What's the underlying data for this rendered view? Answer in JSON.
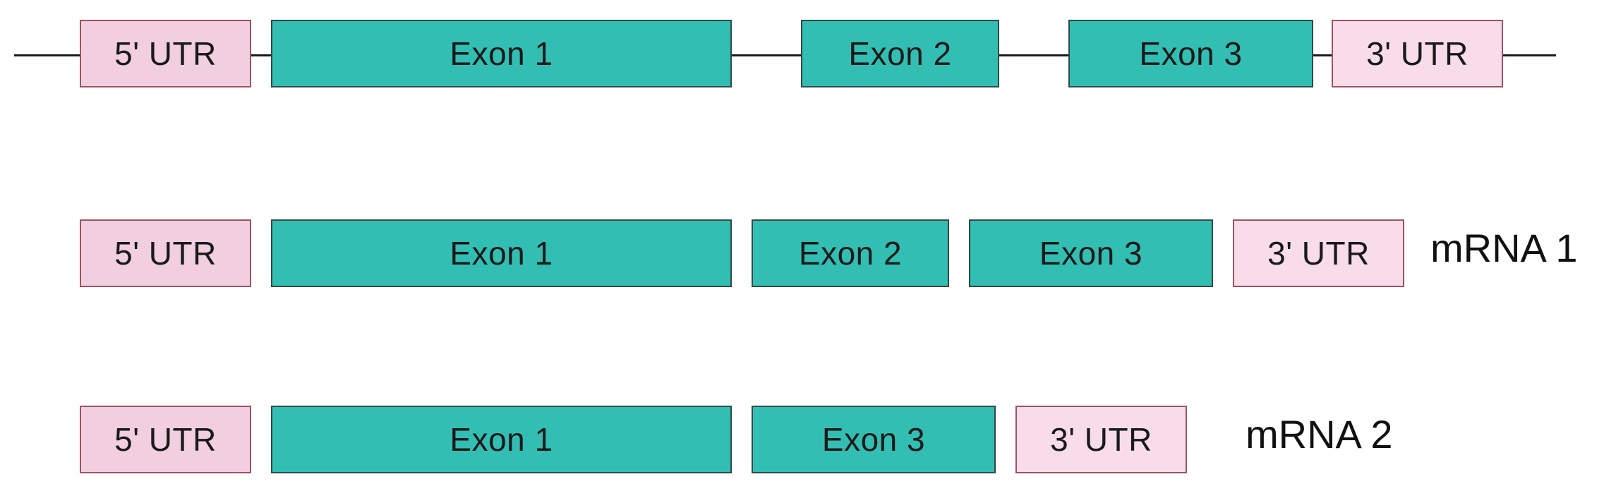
{
  "colors": {
    "exon_fill": "#33beb3",
    "exon_border": "#2f4a48",
    "utr_fill": "#f1cfe0",
    "utr_light_fill": "#f8dcea",
    "utr_border": "#a0525e",
    "intron_line": "#1a1a1a"
  },
  "gene": {
    "utr5": "5' UTR",
    "exon1": "Exon 1",
    "exon2": "Exon 2",
    "exon3": "Exon 3",
    "utr3": "3' UTR"
  },
  "mrna1": {
    "label": "mRNA 1",
    "utr5": "5' UTR",
    "exon1": "Exon 1",
    "exon2": "Exon 2",
    "exon3": "Exon 3",
    "utr3": "3' UTR"
  },
  "mrna2": {
    "label": "mRNA 2",
    "utr5": "5' UTR",
    "exon1": "Exon 1",
    "exon3": "Exon 3",
    "utr3": "3' UTR"
  }
}
